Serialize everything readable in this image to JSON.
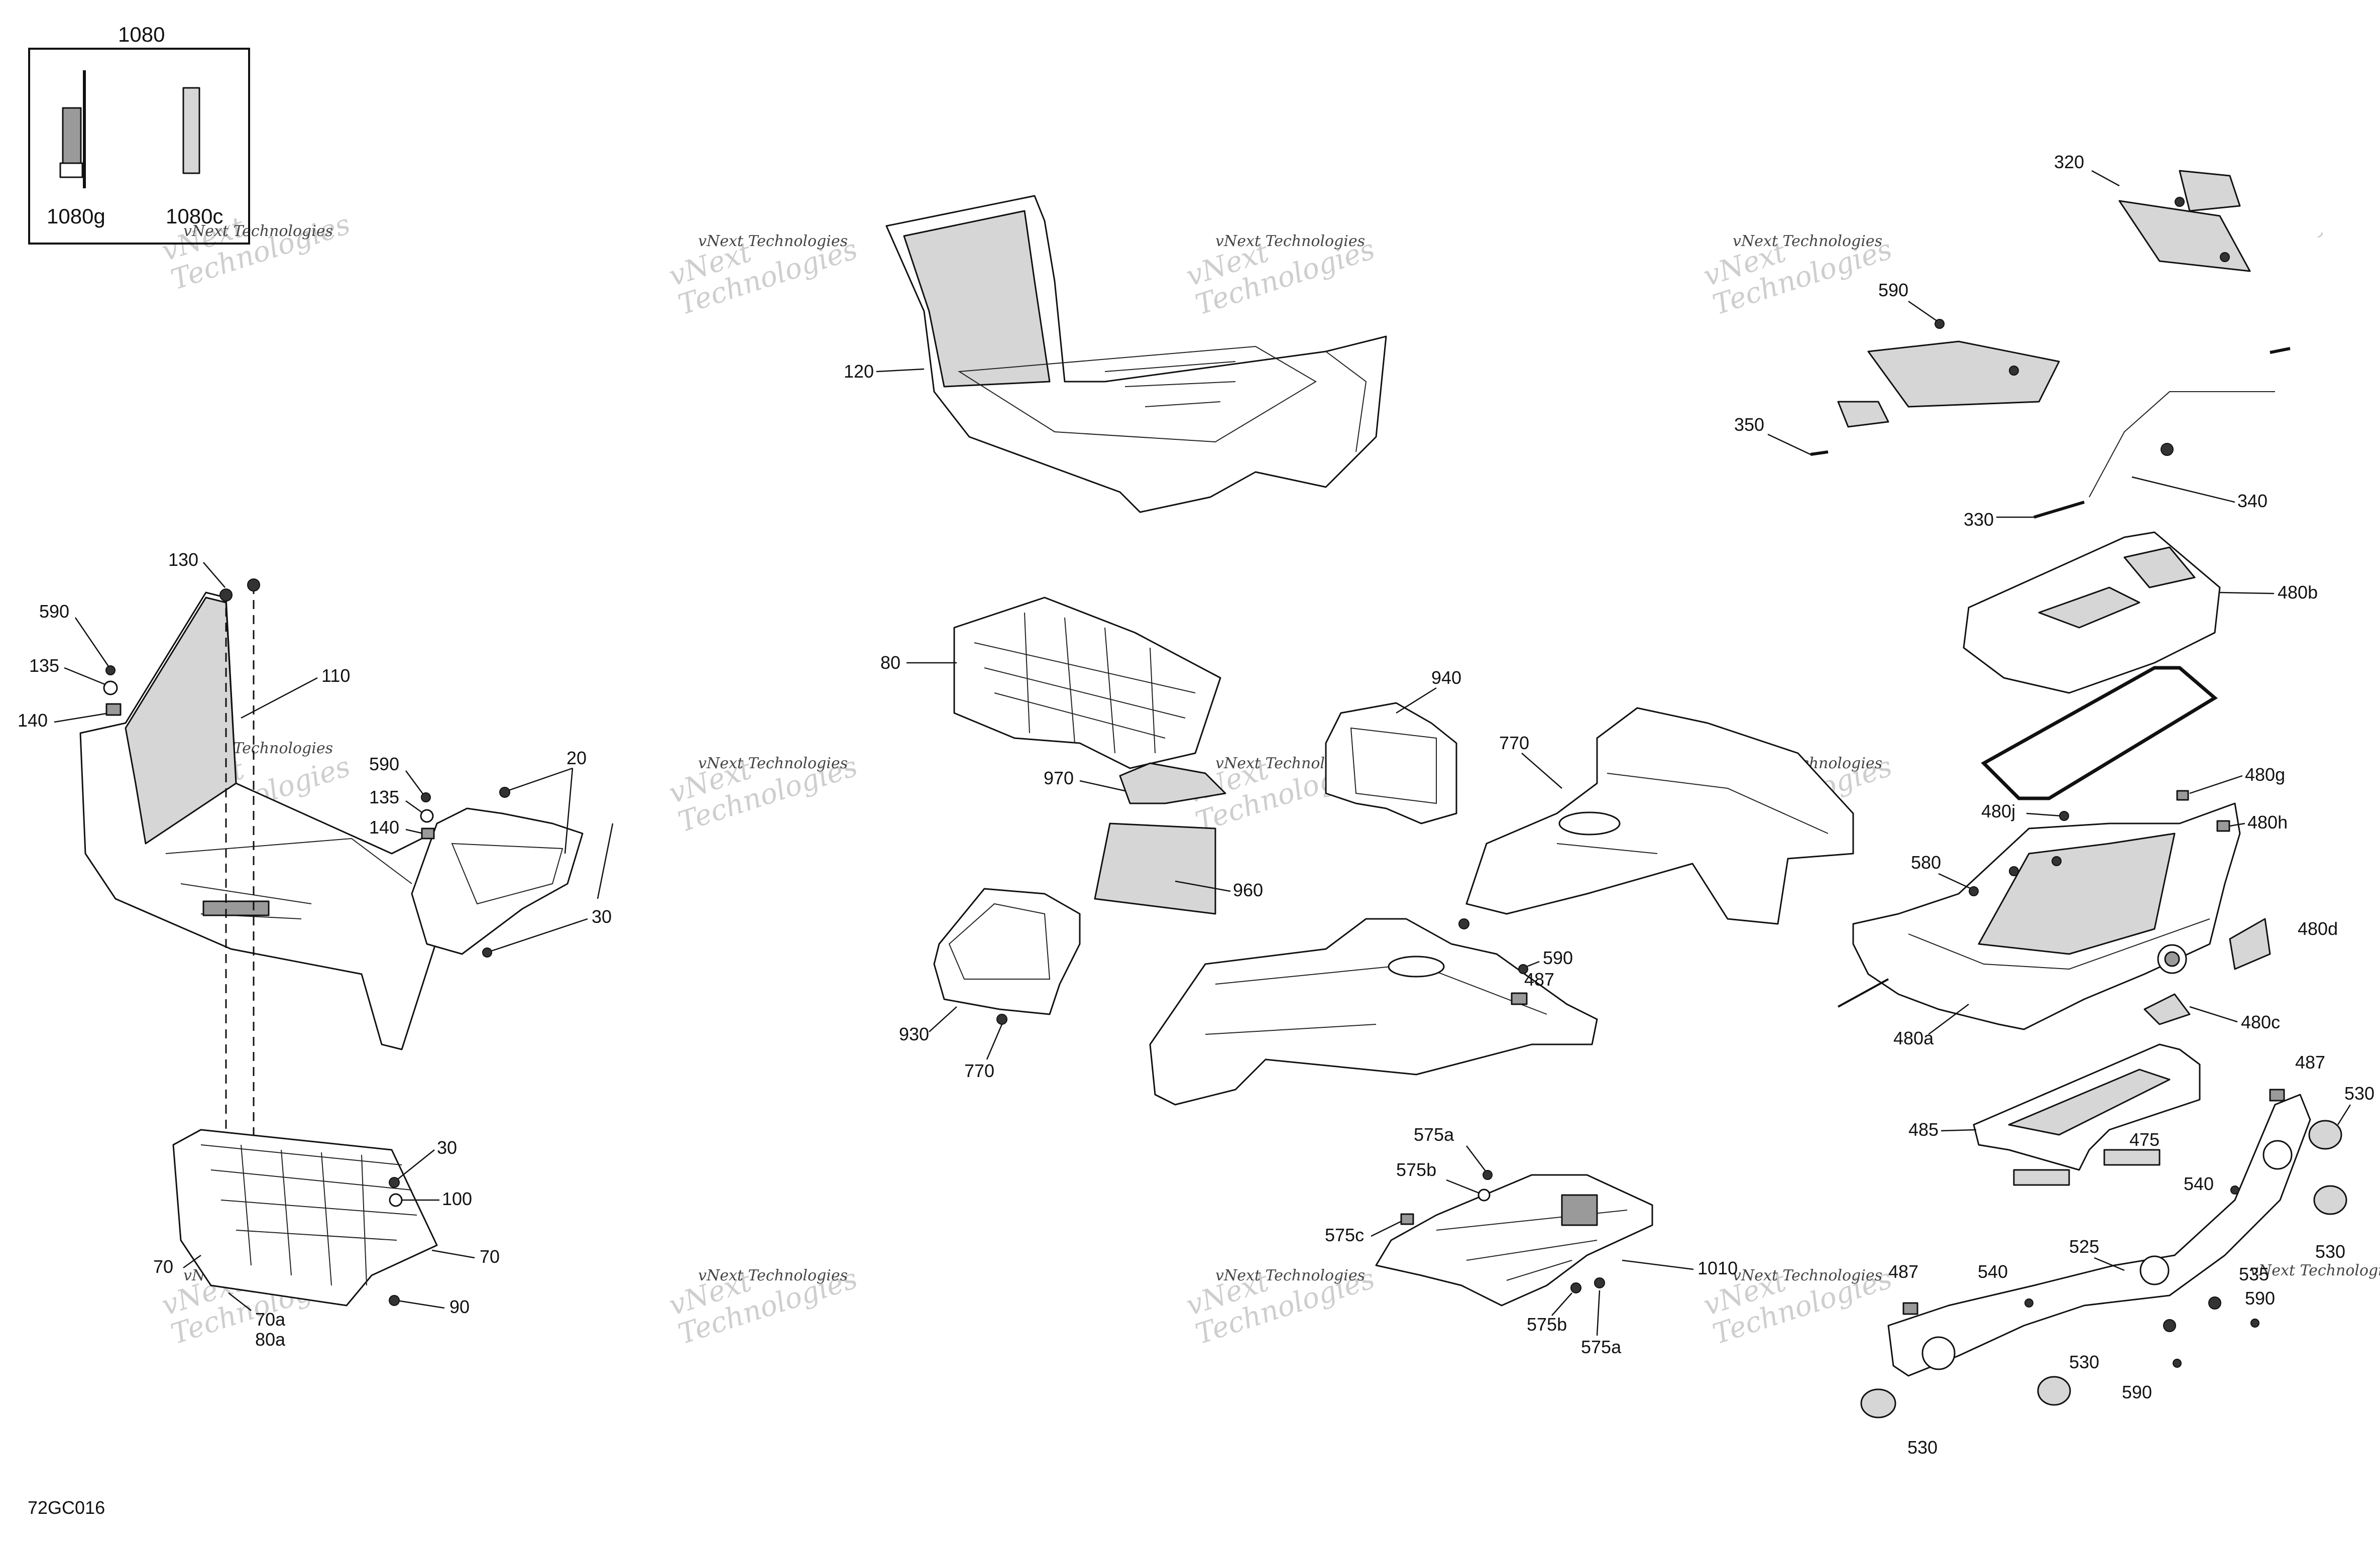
{
  "figure_code": "72GC016",
  "watermark": {
    "line1": "vNext",
    "line2": "Technologies",
    "small": "vNext Technologies"
  },
  "inset": {
    "title": "1080",
    "labels": [
      "1080g",
      "1080c"
    ]
  },
  "callouts": {
    "c120": "120",
    "c130": "130",
    "c590": "590",
    "c135": "135",
    "c140": "140",
    "c110": "110",
    "c20": "20",
    "c30": "30",
    "c100": "100",
    "c70": "70",
    "c70a": "70a",
    "c80a": "80a",
    "c90": "90",
    "c80": "80",
    "c970": "970",
    "c960": "960",
    "c930": "930",
    "c770": "770",
    "c940": "940",
    "c487": "487",
    "c575a": "575a",
    "c575b": "575b",
    "c575c": "575c",
    "c1010": "1010",
    "c320": "320",
    "c350": "350",
    "c330": "330",
    "c340": "340",
    "c480b": "480b",
    "c480g": "480g",
    "c480j": "480j",
    "c480h": "480h",
    "c580": "580",
    "c480d": "480d",
    "c480a": "480a",
    "c480c": "480c",
    "c485": "485",
    "c475": "475",
    "c530": "530",
    "c540": "540",
    "c525": "525",
    "c535": "535"
  }
}
